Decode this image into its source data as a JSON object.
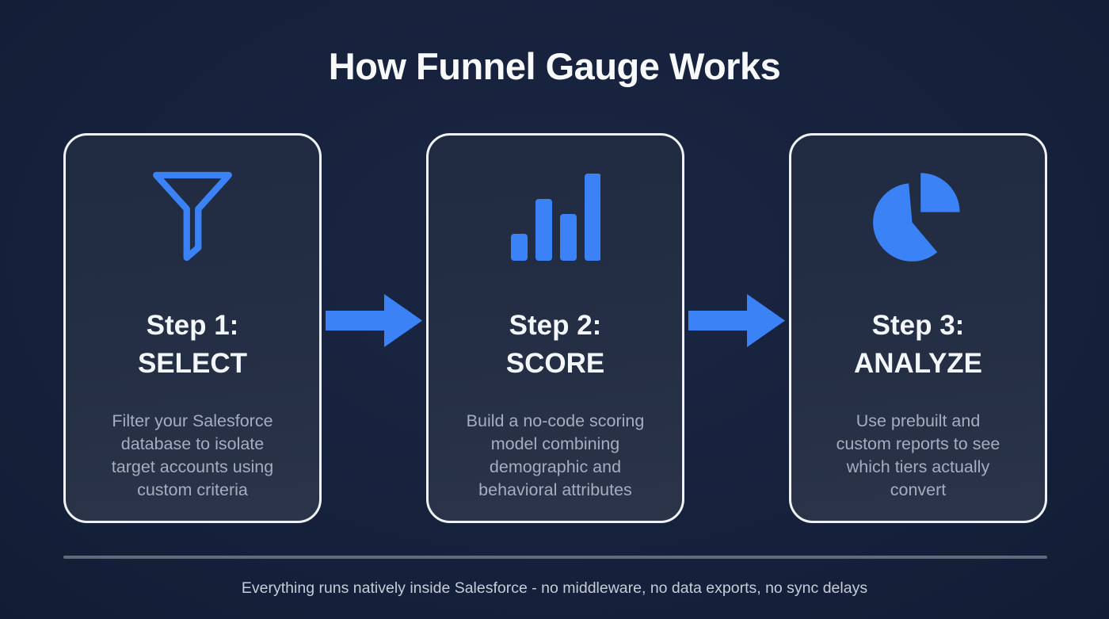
{
  "title": "How Funnel Gauge Works",
  "accent_color": "#3b82f6",
  "card_border_color": "#eef1f6",
  "background_color": "#16213c",
  "steps": [
    {
      "icon": "funnel-icon",
      "heading_line1": "Step 1:",
      "heading_line2": "SELECT",
      "description": "Filter your Salesforce database to isolate target accounts using custom criteria",
      "description_lines": [
        "Filter your Salesforce",
        "database to isolate",
        "target accounts using",
        "custom criteria"
      ]
    },
    {
      "icon": "bar-chart-icon",
      "heading_line1": "Step 2:",
      "heading_line2": "SCORE",
      "description": "Build a no-code scoring model combining demographic and behavioral attributes",
      "description_lines": [
        "Build a no-code scoring",
        "model combining",
        "demographic and",
        "behavioral attributes"
      ]
    },
    {
      "icon": "pie-chart-icon",
      "heading_line1": "Step 3:",
      "heading_line2": "ANALYZE",
      "description": "Use prebuilt and custom reports to see which tiers actually convert",
      "description_lines": [
        "Use prebuilt and",
        "custom reports to see",
        "which tiers actually",
        "convert"
      ]
    }
  ],
  "footer": {
    "note": "Everything runs natively inside Salesforce - no middleware, no data exports, no sync delays"
  },
  "bar_chart_icon_values": [
    33,
    77,
    58,
    110
  ]
}
